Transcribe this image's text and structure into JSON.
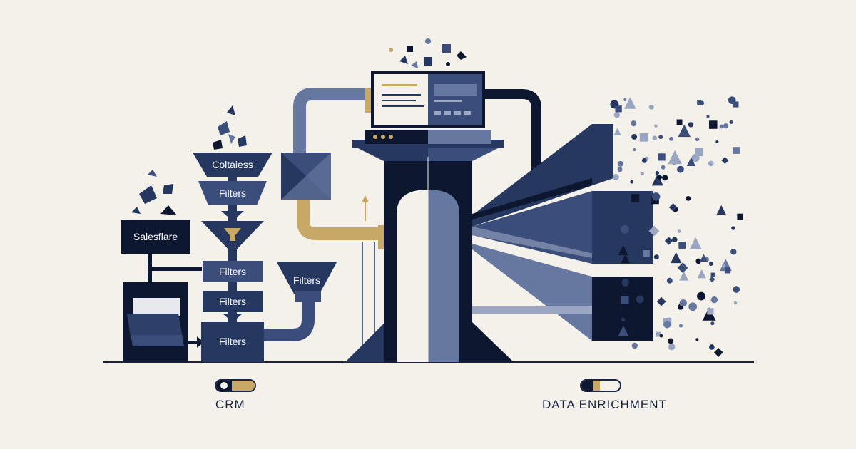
{
  "colors": {
    "background": "#f3f1ea",
    "navy_dark": "#0e1730",
    "navy": "#26385f",
    "navy_mid": "#3b4d7a",
    "slate": "#6677a0",
    "slate_light": "#9aa6c2",
    "gold": "#c7a867"
  },
  "nodes": {
    "source_label": "Salesflare",
    "funnel_top_label": "Coltaiess",
    "filter_labels": [
      "Filters",
      "Filters",
      "Filters",
      "Filters",
      "Filters"
    ]
  },
  "captions": {
    "left": "CRM",
    "right": "DATA ENRICHMENT"
  },
  "toggles": {
    "crm_level": 0.25,
    "enrichment_level": 0.45
  },
  "icons": {
    "folder": "folder-icon",
    "funnel": "funnel-icon",
    "monitor": "monitor-icon",
    "scatter_particles": "particle-icon"
  }
}
